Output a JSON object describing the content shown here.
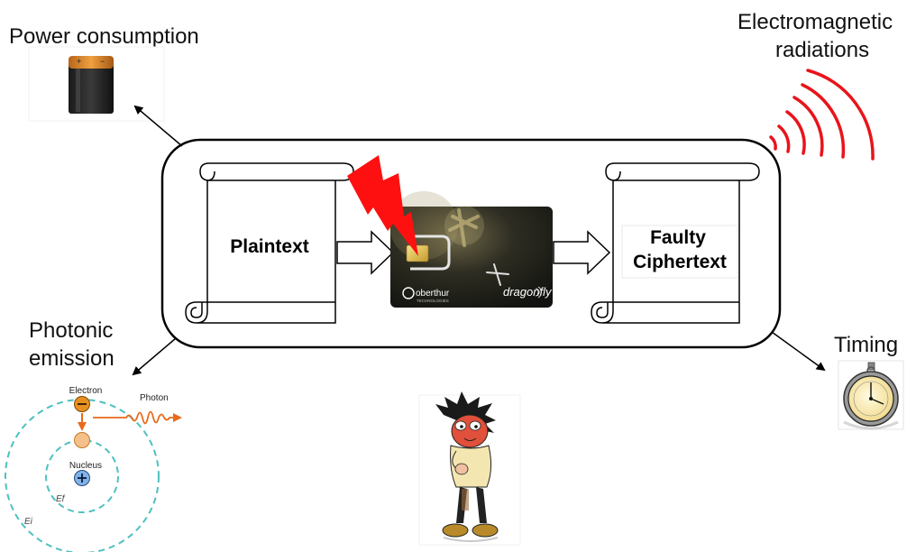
{
  "labels": {
    "power": "Power consumption",
    "em_line1": "Electromagnetic",
    "em_line2": "radiations",
    "photonic_line1": "Photonic",
    "photonic_line2": "emission",
    "timing": "Timing"
  },
  "process": {
    "input": "Plaintext",
    "output_line1": "Faulty",
    "output_line2": "Ciphertext"
  },
  "card": {
    "brand": "oberthur",
    "brand_sub": "TECHNOLOGIES",
    "product": "dragonfly"
  },
  "atom": {
    "electron": "Electron",
    "photon": "Photon",
    "nucleus": "Nucleus",
    "ef": "Ef",
    "ei": "Ei"
  },
  "colors": {
    "radiation": "#e8141b",
    "lightning": "#ff1010",
    "photon": "#e86a1a",
    "orbit": "#4fc0c0",
    "electron": "#e8901f",
    "nucleus": "#7fb3ea",
    "card_bg": "#1b1c16"
  }
}
